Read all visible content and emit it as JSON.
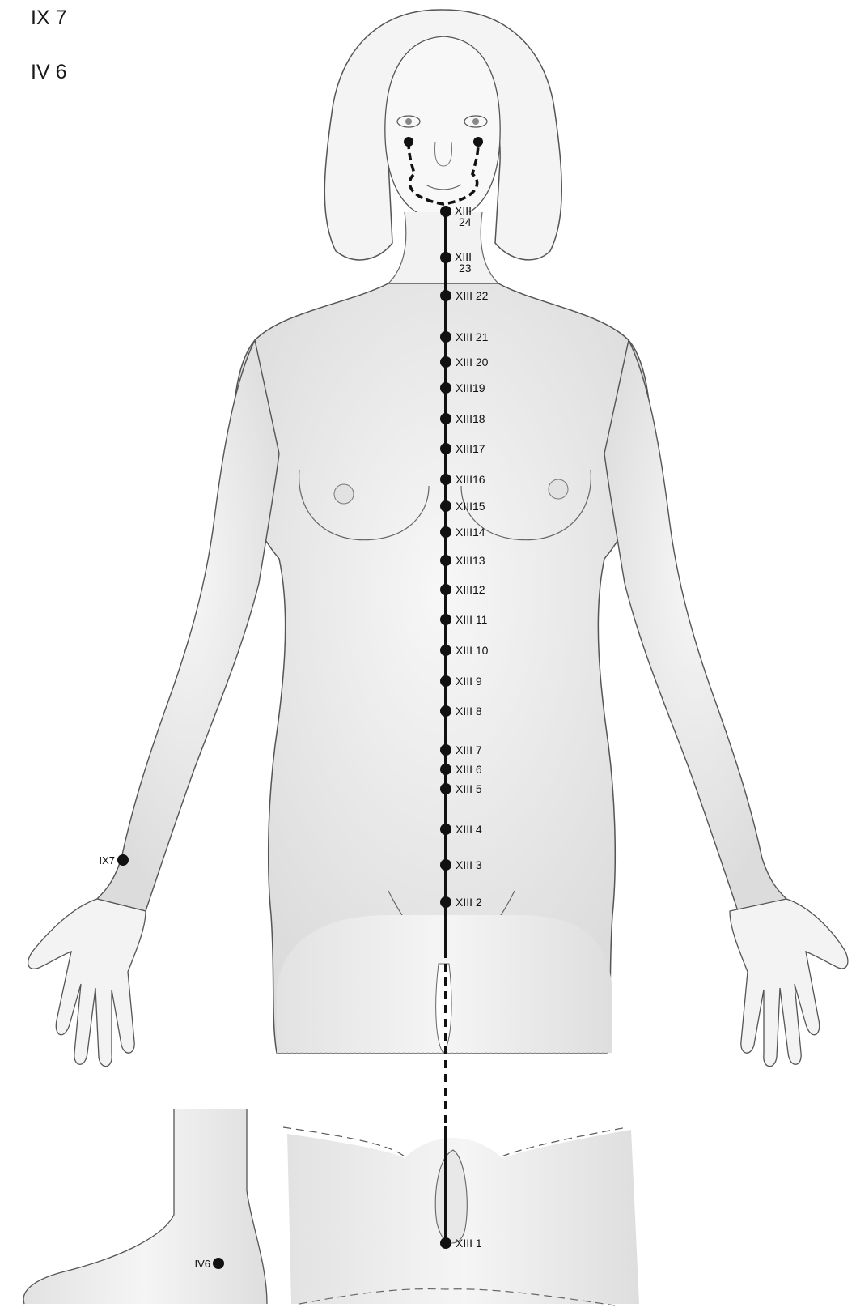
{
  "legend": [
    "IX 7",
    "IV 6"
  ],
  "meridian_points": [
    {
      "id": "xiii24",
      "line1": "XIII",
      "line2": "24"
    },
    {
      "id": "xiii23",
      "line1": "XIII",
      "line2": "23"
    },
    {
      "id": "xiii22",
      "label": "XIII 22"
    },
    {
      "id": "xiii21",
      "label": "XIII 21"
    },
    {
      "id": "xiii20",
      "label": "XIII 20"
    },
    {
      "id": "xiii19",
      "label": "XIII19"
    },
    {
      "id": "xiii18",
      "label": "XIII18"
    },
    {
      "id": "xiii17",
      "label": "XIII17"
    },
    {
      "id": "xiii16",
      "label": "XIII16"
    },
    {
      "id": "xiii15",
      "label": "XIII15"
    },
    {
      "id": "xiii14",
      "label": "XIII14"
    },
    {
      "id": "xiii13",
      "label": "XIII13"
    },
    {
      "id": "xiii12",
      "label": "XIII12"
    },
    {
      "id": "xiii11",
      "label": "XIII 11"
    },
    {
      "id": "xiii10",
      "label": "XIII 10"
    },
    {
      "id": "xiii9",
      "label": "XIII 9"
    },
    {
      "id": "xiii8",
      "label": "XIII 8"
    },
    {
      "id": "xiii7",
      "label": "XIII 7"
    },
    {
      "id": "xiii6",
      "label": "XIII 6"
    },
    {
      "id": "xiii5",
      "label": "XIII 5"
    },
    {
      "id": "xiii4",
      "label": "XIII 4"
    },
    {
      "id": "xiii3",
      "label": "XIII 3"
    },
    {
      "id": "xiii2",
      "label": "XIII 2"
    },
    {
      "id": "xiii1",
      "label": "XIII 1"
    }
  ],
  "side_points": {
    "wrist": "IX7",
    "ankle": "IV6"
  },
  "colors": {
    "line": "#111111",
    "outline": "#444444",
    "skin": "#efefef",
    "shadow": "#d6d6d6"
  }
}
